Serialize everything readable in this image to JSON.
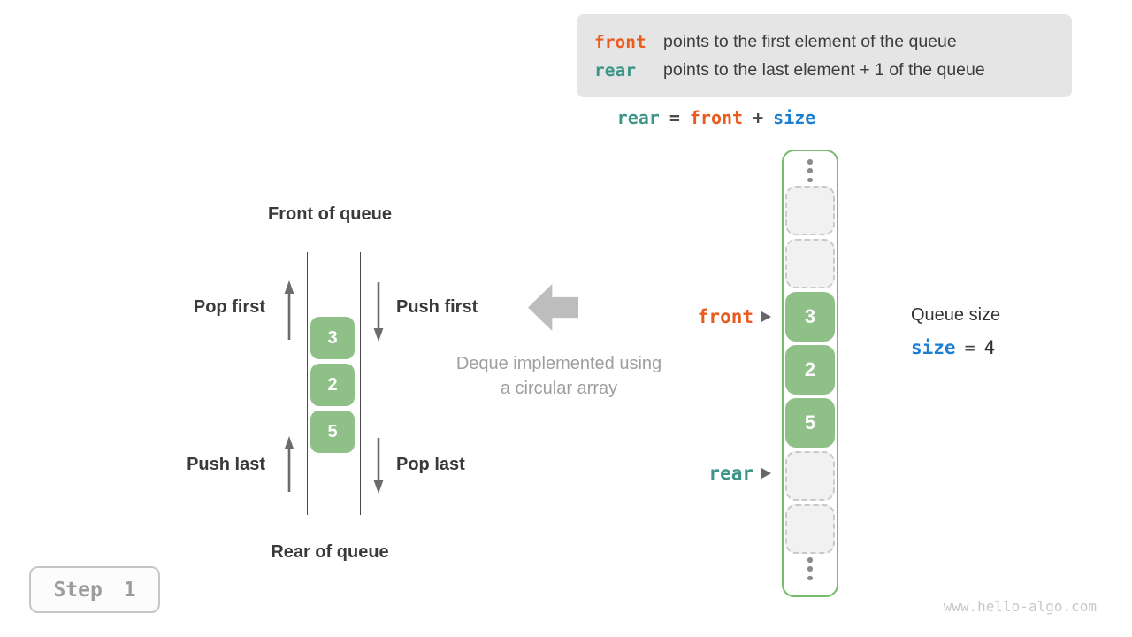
{
  "colors": {
    "front_orange": "#E95B1E",
    "rear_teal": "#3D9488",
    "size_blue": "#1A7FD2",
    "cell_green": "#8FC088",
    "column_border_green": "#77BB6C",
    "info_box_bg": "#E5E5E5",
    "dark_text": "#3C3C3C",
    "muted_gray_text": "#9E9E9E",
    "big_arrow_gray": "#BDBDBD"
  },
  "info_box": {
    "lines": [
      {
        "keyword": "front",
        "text": "points to the first element of the queue"
      },
      {
        "keyword": "rear",
        "text": "points to the last element + 1 of the queue"
      }
    ]
  },
  "equation": {
    "lhs": "rear",
    "eq": "=",
    "rhs1": "front",
    "op": "+",
    "rhs2": "size"
  },
  "deque": {
    "front_of_queue": "Front of queue",
    "rear_of_queue": "Rear of queue",
    "pop_first": "Pop first",
    "push_first": "Push first",
    "push_last": "Push last",
    "pop_last": "Pop last",
    "values": [
      "3",
      "2",
      "5"
    ]
  },
  "caption": {
    "line1": "Deque implemented using",
    "line2": "a circular array"
  },
  "array_column": {
    "front_label": "front",
    "rear_label": "rear",
    "cells": [
      {
        "type": "dots"
      },
      {
        "type": "empty"
      },
      {
        "type": "empty"
      },
      {
        "type": "value",
        "value": "3"
      },
      {
        "type": "value",
        "value": "2"
      },
      {
        "type": "value",
        "value": "5"
      },
      {
        "type": "empty"
      },
      {
        "type": "empty"
      },
      {
        "type": "dots"
      }
    ]
  },
  "queue_size": {
    "title": "Queue size",
    "variable": "size",
    "equals": "=",
    "value": "4"
  },
  "step_badge": {
    "label": "Step 1"
  },
  "watermark": "www.hello-algo.com"
}
